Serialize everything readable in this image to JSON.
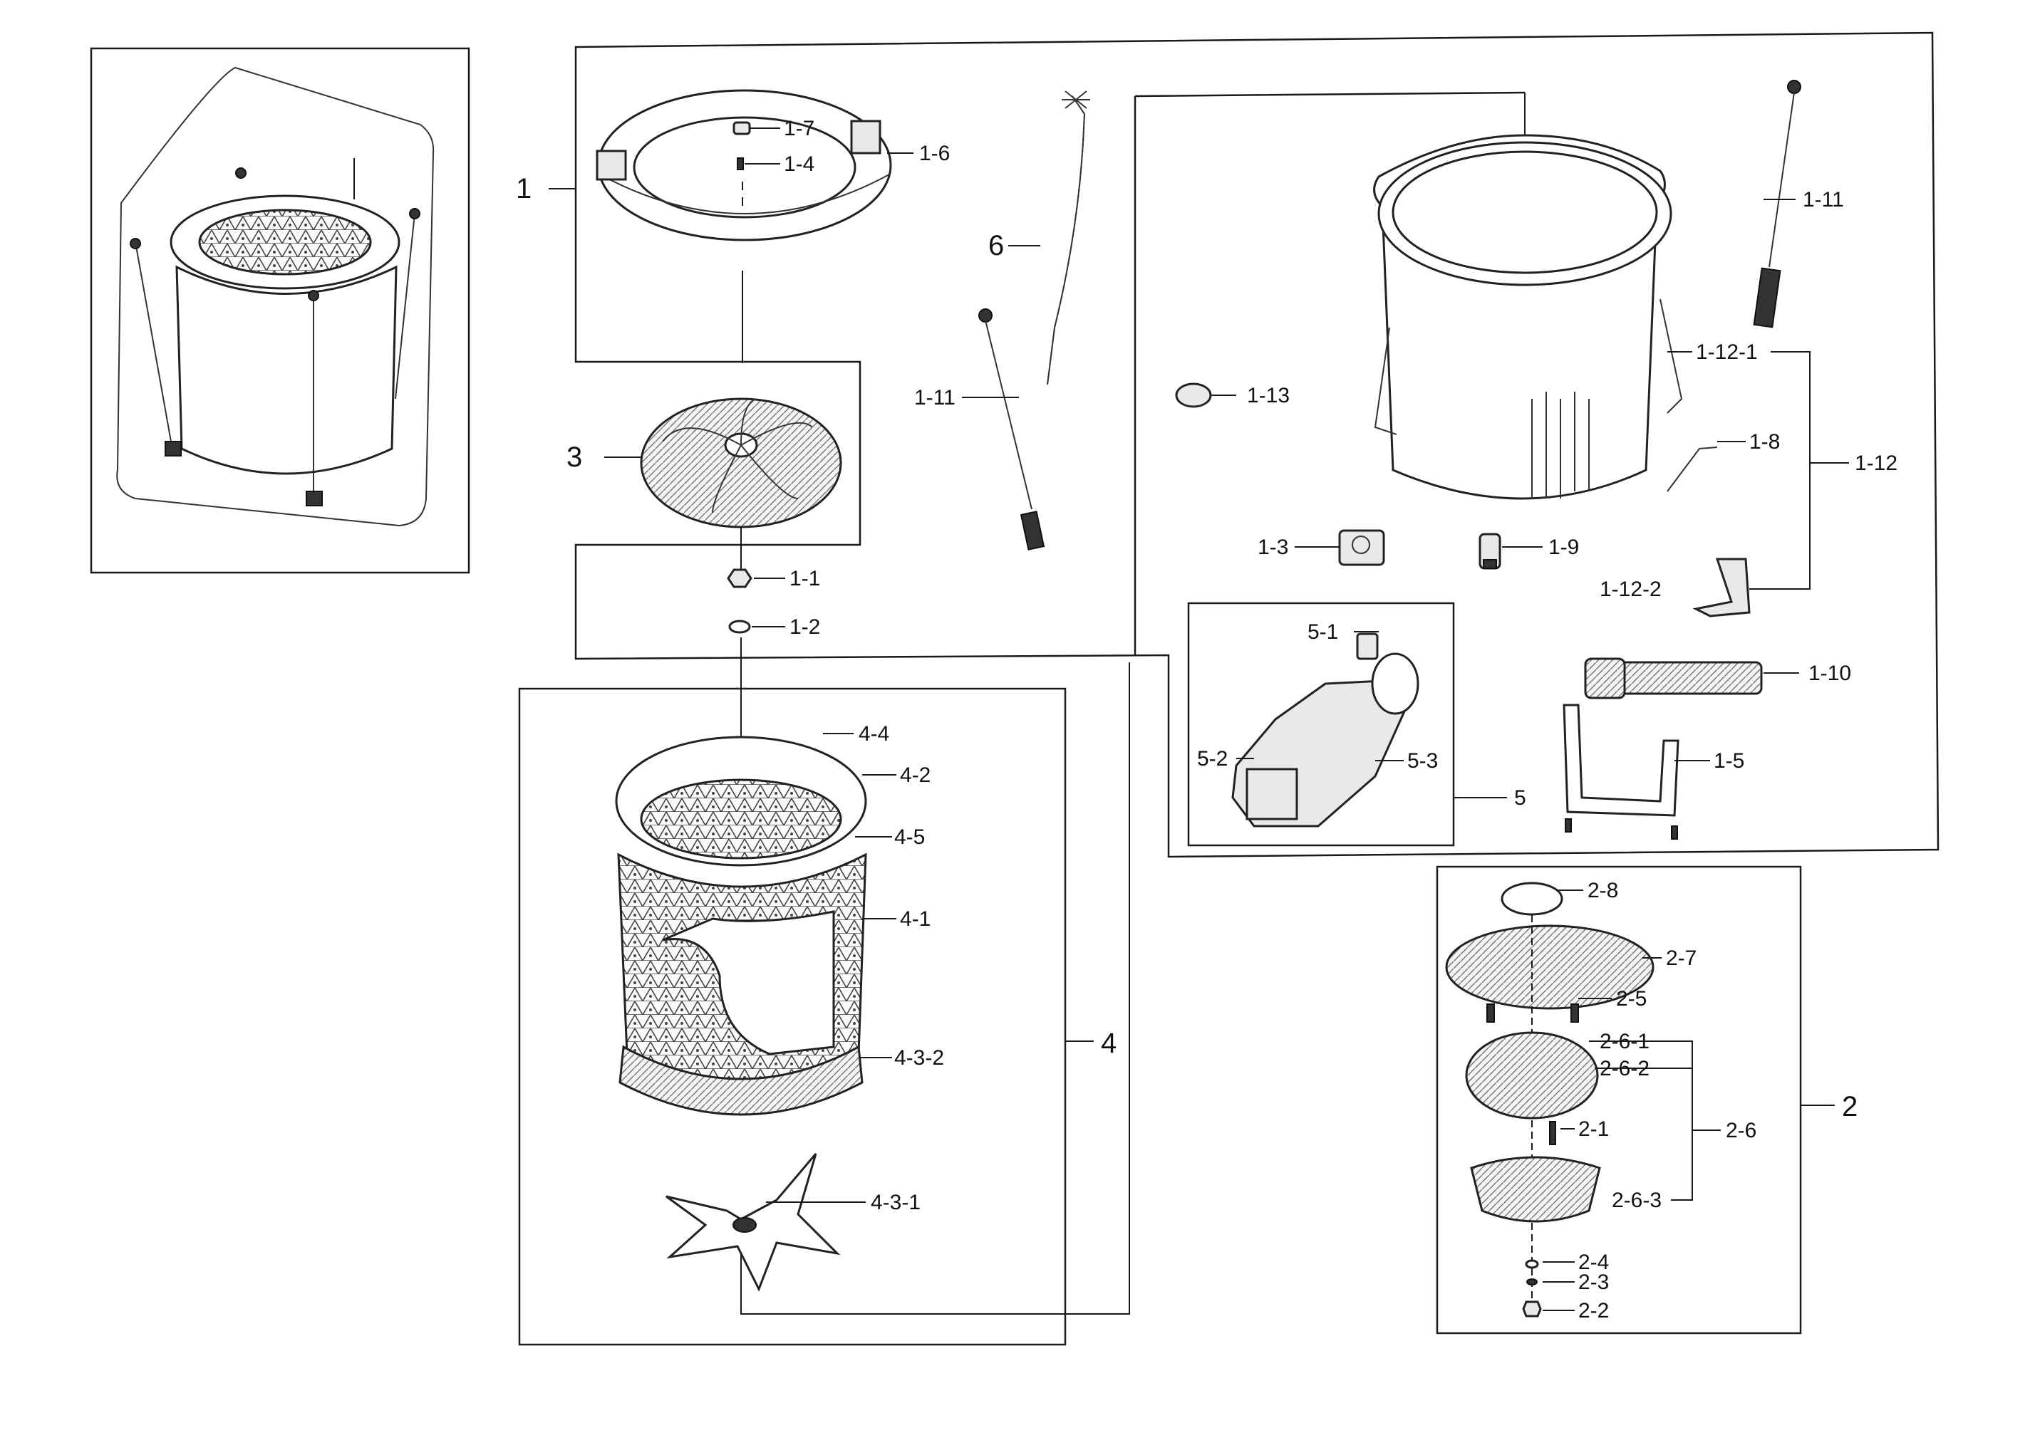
{
  "labels": {
    "g1": "1",
    "g2": "2",
    "g3": "3",
    "g4": "4",
    "g5": "5",
    "g6": "6",
    "p1_1": "1-1",
    "p1_2": "1-2",
    "p1_3": "1-3",
    "p1_4": "1-4",
    "p1_5": "1-5",
    "p1_6": "1-6",
    "p1_7": "1-7",
    "p1_8": "1-8",
    "p1_9": "1-9",
    "p1_10": "1-10",
    "p1_11a": "1-11",
    "p1_11b": "1-11",
    "p1_12": "1-12",
    "p1_12_1": "1-12-1",
    "p1_12_2": "1-12-2",
    "p1_13": "1-13",
    "p2_1": "2-1",
    "p2_2": "2-2",
    "p2_3": "2-3",
    "p2_4": "2-4",
    "p2_5": "2-5",
    "p2_6": "2-6",
    "p2_6_1": "2-6-1",
    "p2_6_2": "2-6-2",
    "p2_6_3": "2-6-3",
    "p2_7": "2-7",
    "p2_8": "2-8",
    "p4_1": "4-1",
    "p4_2": "4-2",
    "p4_3_1": "4-3-1",
    "p4_3_2": "4-3-2",
    "p4_4": "4-4",
    "p4_5": "4-5",
    "p5_1": "5-1",
    "p5_2": "5-2",
    "p5_3": "5-3"
  },
  "colors": {
    "line": "#1a1a1a",
    "background": "#ffffff"
  }
}
